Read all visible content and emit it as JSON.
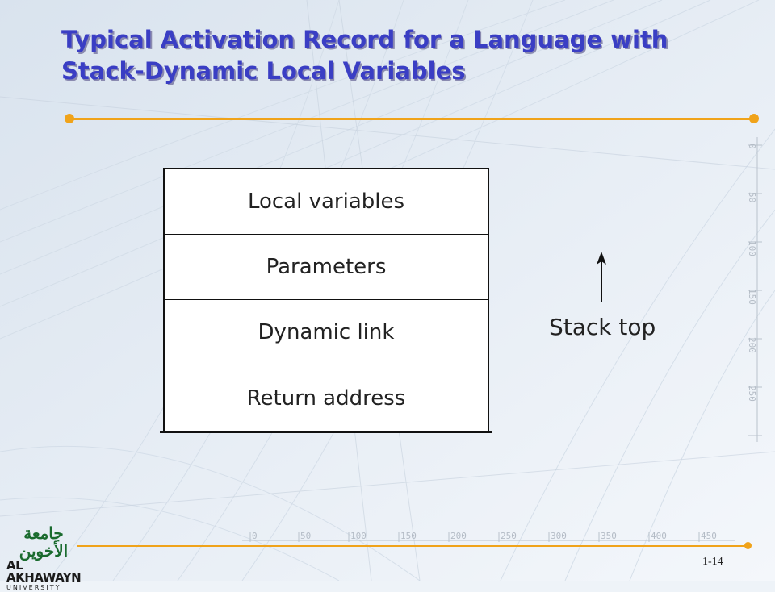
{
  "slide": {
    "title_line1": "Typical Activation Record for a Language with",
    "title_line2": "Stack-Dynamic Local Variables",
    "page_number": "1-14",
    "accent_color": "#f0a31a",
    "title_color": "#3a3ec4"
  },
  "diagram": {
    "cells": [
      {
        "label": "Local variables"
      },
      {
        "label": "Parameters"
      },
      {
        "label": "Dynamic link"
      },
      {
        "label": "Return address"
      }
    ],
    "arrow_label": "Stack top"
  },
  "ruler": {
    "labels": [
      "0",
      "50",
      "100",
      "150",
      "200",
      "250",
      "300",
      "350",
      "400",
      "450"
    ],
    "vertical_labels": [
      "0",
      "50",
      "100",
      "150",
      "200",
      "250"
    ]
  },
  "logo": {
    "arabic": "جامعة الأخوين",
    "english": "AL AKHAWAYN",
    "sub": "UNIVERSITY"
  }
}
